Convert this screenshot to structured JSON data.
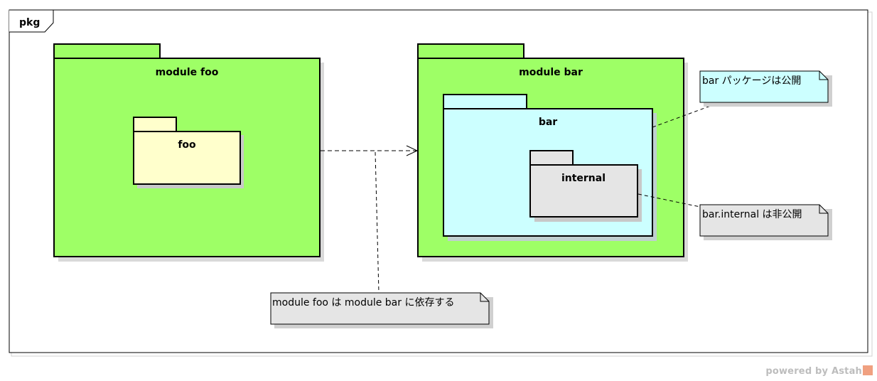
{
  "frame": {
    "label": "pkg"
  },
  "packages": {
    "module_foo": {
      "label": "module foo",
      "fill": "#9eff66"
    },
    "foo": {
      "label": "foo",
      "fill": "#ffffcc"
    },
    "module_bar": {
      "label": "module bar",
      "fill": "#9eff66"
    },
    "bar": {
      "label": "bar",
      "fill": "#ccffff"
    },
    "internal": {
      "label": "internal",
      "fill": "#e5e5e5"
    }
  },
  "notes": {
    "bar_public": {
      "text": "bar パッケージは公開",
      "fill": "#ccffff"
    },
    "internal_private": {
      "text": "bar.internal は非公開",
      "fill": "#e5e5e5"
    },
    "dependency": {
      "text": "module foo は module bar に依存する",
      "fill": "#e5e5e5"
    }
  },
  "watermark": {
    "text": "powered by Astah",
    "icon": "astah-logo-icon"
  }
}
